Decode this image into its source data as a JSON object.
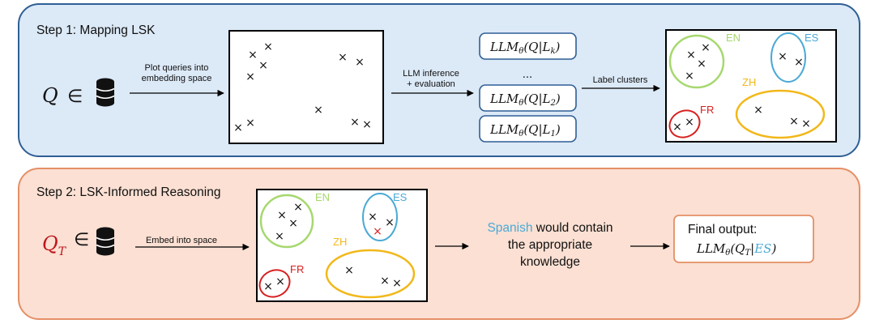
{
  "step1": {
    "title": "Step 1: Mapping LSK",
    "query": "Q",
    "member_symbol": "∈",
    "plot_label_1": "Plot queries into",
    "plot_label_2": "embedding space",
    "llm_label_1": "LLM inference",
    "llm_label_2": "+ evaluation",
    "cluster_label": "Label clusters",
    "ellipsis": "...",
    "llm_boxes": [
      {
        "lang": "k"
      },
      {
        "lang": "2"
      },
      {
        "lang": "1"
      }
    ]
  },
  "step2": {
    "title": "Step 2: LSK-Informed Reasoning",
    "query": "Q",
    "query_sub": "T",
    "member_symbol": "∈",
    "embed_label": "Embed into space",
    "reason_highlight": "Spanish",
    "reason_rest_1": " would contain",
    "reason_line_2": "the appropriate",
    "reason_line_3": "knowledge",
    "final_title": "Final output:",
    "final_lang": "ES"
  },
  "clusters": {
    "en": "EN",
    "es": "ES",
    "zh": "ZH",
    "fr": "FR"
  },
  "colors": {
    "en": "#a6d86e",
    "es": "#4ba9d6",
    "zh": "#f2b81a",
    "fr": "#d62020",
    "step1_border": "#2f5f95",
    "step2_border": "#e58f66"
  }
}
